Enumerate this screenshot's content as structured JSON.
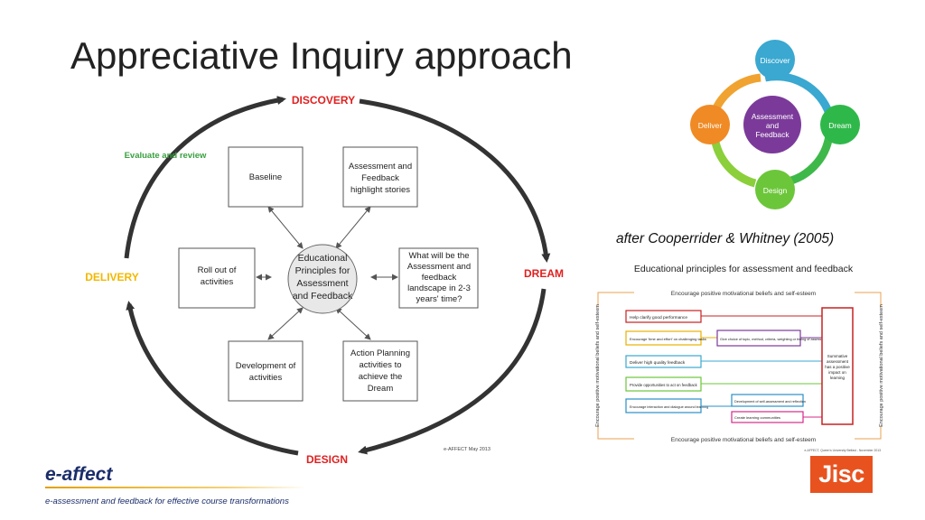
{
  "slide": {
    "title": "Appreciative Inquiry approach",
    "citation": "after Cooperrider & Whitney  (2005)",
    "logo_text": "e-affect",
    "logo_tagline": "e-assessment and feedback for effective course transformations",
    "jisc_logo": "Jisc"
  },
  "cycle": {
    "stages": {
      "discovery": "DISCOVERY",
      "dream": "DREAM",
      "design": "DESIGN",
      "delivery": "DELIVERY"
    },
    "evaluate": "Evaluate and review",
    "center": [
      "Educational",
      "Principles for",
      "Assessment",
      "and Feedback"
    ],
    "boxes": {
      "baseline": [
        "Baseline"
      ],
      "stories": [
        "Assessment and",
        "Feedback",
        "highlight stories"
      ],
      "landscape": [
        "What will be the",
        "Assessment and",
        "feedback",
        "landscape in 2-3",
        "years' time?"
      ],
      "planning": [
        "Action Planning",
        "activities to",
        "achieve the",
        "Dream"
      ],
      "development": [
        "Development of",
        "activities"
      ],
      "rollout": [
        "Roll out of",
        "activities"
      ]
    },
    "credit": "e-AFFECT May 2013",
    "colors": {
      "red": "#e02020",
      "yellow": "#f2b800",
      "green": "#3aa040",
      "arrow": "#333333"
    }
  },
  "wheel": {
    "center": [
      "Assessment",
      "and",
      "Feedback"
    ],
    "nodes": {
      "discover": "Discover",
      "dream": "Dream",
      "design": "Design",
      "deliver": "Deliver"
    },
    "colors": {
      "discover": "#3aa8d0",
      "dream": "#2fb84a",
      "design": "#6cc63a",
      "deliver": "#f08a25",
      "center": "#7b3a9a"
    }
  },
  "principles": {
    "title": "Educational principles for assessment and feedback",
    "border_label": "Encourage positive motivational beliefs and self-esteem",
    "items": [
      "Help clarify good performance",
      "Encourage 'time and effort' on challenging tasks",
      "Deliver high quality feedback",
      "Provide opportunities to act on feedback",
      "Encourage interaction and dialogue around learning"
    ],
    "sub_items": [
      "Give choice of topic, method, criteria, weighting or timing of assessments",
      "Development of self-assessment and reflection",
      "Create learning communities"
    ],
    "outcome": [
      "Summative",
      "assessment",
      "has a positive",
      "impact on",
      "learning"
    ],
    "footer": "e-AFFECT, Queen's University Belfast - November 2013"
  }
}
